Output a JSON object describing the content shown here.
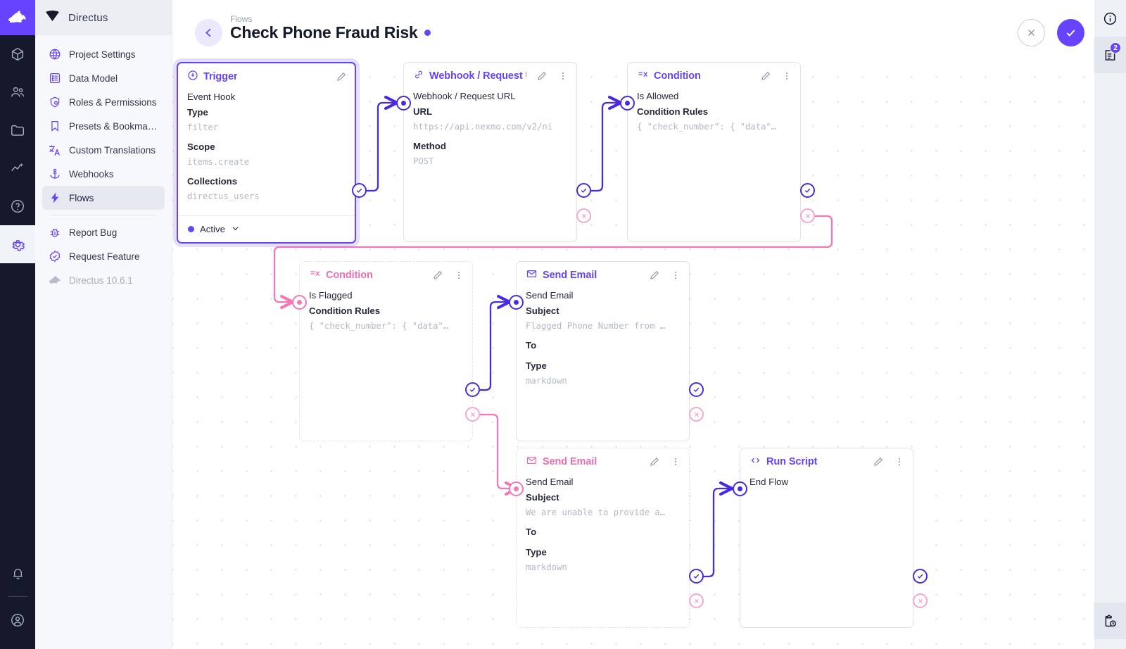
{
  "app": {
    "brand": "Directus",
    "version_label": "Directus 10.6.1"
  },
  "icon_rail": {
    "items": [
      {
        "name": "logo-rabbit-icon",
        "label": "Directus"
      },
      {
        "name": "box-icon",
        "label": "Content"
      },
      {
        "name": "people-icon",
        "label": "User Directory"
      },
      {
        "name": "folder-icon",
        "label": "File Library"
      },
      {
        "name": "insights-icon",
        "label": "Insights"
      },
      {
        "name": "help-icon",
        "label": "Help"
      },
      {
        "name": "gear-icon",
        "label": "Settings"
      }
    ],
    "bottom": [
      {
        "name": "bell-icon",
        "label": "Notifications"
      },
      {
        "name": "account-icon",
        "label": "Account"
      }
    ]
  },
  "sidebar": {
    "header_title": "Directus",
    "items": [
      {
        "label": "Project Settings",
        "icon": "globe-icon",
        "selected": false
      },
      {
        "label": "Data Model",
        "icon": "list-box-icon",
        "selected": false
      },
      {
        "label": "Roles & Permissions",
        "icon": "shield-icon",
        "selected": false
      },
      {
        "label": "Presets & Bookmar…",
        "icon": "bookmark-icon",
        "selected": false
      },
      {
        "label": "Custom Translations",
        "icon": "translate-icon",
        "selected": false
      },
      {
        "label": "Webhooks",
        "icon": "anchor-icon",
        "selected": false
      },
      {
        "label": "Flows",
        "icon": "bolt-icon",
        "selected": true
      }
    ],
    "footer_items": [
      {
        "label": "Report Bug",
        "icon": "bug-icon"
      },
      {
        "label": "Request Feature",
        "icon": "check-badge-icon"
      }
    ]
  },
  "header": {
    "breadcrumb": "Flows",
    "title": "Check Phone Fraud Risk",
    "status_dot_color": "#6644ff",
    "back_label": "Back",
    "cancel_label": "Cancel",
    "confirm_label": "Save"
  },
  "right_rail": {
    "items": [
      {
        "name": "info-icon",
        "label": "Info",
        "badge": null
      },
      {
        "name": "logs-icon",
        "label": "Logs",
        "badge": "2"
      }
    ],
    "bottom": [
      {
        "name": "activity-clipboard-icon",
        "label": "Activity",
        "badge": null
      }
    ]
  },
  "colors": {
    "accent": "#6644ff",
    "accent_dark": "#4a2ae0",
    "pink": "#f06eb0",
    "pink_light": "#f8a6d0",
    "muted_text": "#b3b8c8",
    "card_border": "#dfe2ec"
  },
  "flow": {
    "nodes": [
      {
        "id": "trigger",
        "type": "trigger",
        "title": "Trigger",
        "icon": "trigger-icon",
        "accent": "purple",
        "selected": true,
        "has_options_menu": false,
        "subtitle": "Event Hook",
        "fields": [
          {
            "label": "Type",
            "value": "filter"
          },
          {
            "label": "Scope",
            "value": "items.create"
          },
          {
            "label": "Collections",
            "value": "directus_users"
          }
        ],
        "footer_status": "Active"
      },
      {
        "id": "webhook",
        "type": "webhook",
        "title": "Webhook / Request U",
        "icon": "link-icon",
        "accent": "purple",
        "selected": false,
        "has_options_menu": true,
        "subtitle": "Webhook / Request URL",
        "fields": [
          {
            "label": "URL",
            "value": "https://api.nexmo.com/v2/ni"
          },
          {
            "label": "Method",
            "value": "POST"
          }
        ]
      },
      {
        "id": "cond-allowed",
        "type": "condition",
        "title": "Condition",
        "icon": "condition-icon",
        "accent": "purple",
        "selected": false,
        "has_options_menu": true,
        "subtitle": "Is Allowed",
        "fields": [
          {
            "label": "Condition Rules",
            "value": "{ \"check_number\": { \"data\"…"
          }
        ]
      },
      {
        "id": "cond-flagged",
        "type": "condition",
        "title": "Condition",
        "icon": "condition-icon",
        "accent": "pink",
        "selected": false,
        "has_options_menu": true,
        "subtitle": "Is Flagged",
        "fields": [
          {
            "label": "Condition Rules",
            "value": "{ \"check_number\": { \"data\"…"
          }
        ]
      },
      {
        "id": "email-flagged",
        "type": "mail",
        "title": "Send Email",
        "icon": "mail-icon",
        "accent": "purple",
        "selected": false,
        "has_options_menu": true,
        "subtitle": "Send Email",
        "fields": [
          {
            "label": "Subject",
            "value": "Flagged Phone Number from …"
          },
          {
            "label": "To",
            "value": ""
          },
          {
            "label": "Type",
            "value": "markdown"
          }
        ]
      },
      {
        "id": "email-unable",
        "type": "mail",
        "title": "Send Email",
        "icon": "mail-icon",
        "accent": "pink",
        "selected": false,
        "has_options_menu": true,
        "subtitle": "Send Email",
        "fields": [
          {
            "label": "Subject",
            "value": "We are unable to provide a…"
          },
          {
            "label": "To",
            "value": ""
          },
          {
            "label": "Type",
            "value": "markdown"
          }
        ]
      },
      {
        "id": "run-script",
        "type": "script",
        "title": "Run Script",
        "icon": "code-icon",
        "accent": "purple",
        "selected": false,
        "has_options_menu": true,
        "subtitle": "End Flow",
        "fields": []
      }
    ]
  }
}
